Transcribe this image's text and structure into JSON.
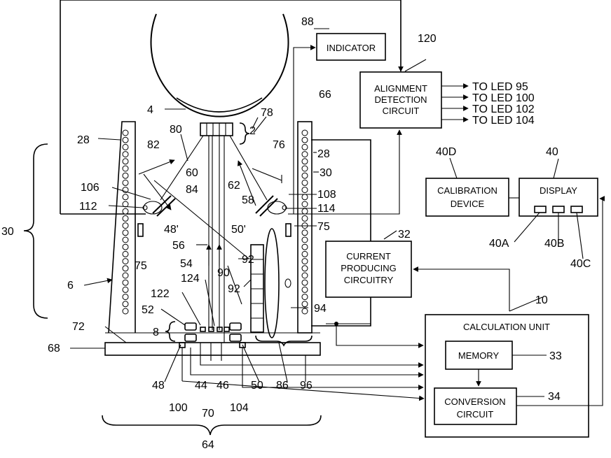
{
  "boxes": {
    "indicator": "INDICATOR",
    "alignment": [
      "ALIGNMENT",
      "DETECTION",
      "CIRCUIT"
    ],
    "calibration": [
      "CALIBRATION",
      "DEVICE"
    ],
    "display": "DISPLAY",
    "current": [
      "CURRENT",
      "PRODUCING",
      "CIRCUITRY"
    ],
    "calc_unit": "CALCULATION  UNIT",
    "memory": "MEMORY",
    "conversion": [
      "CONVERSION",
      "CIRCUIT"
    ]
  },
  "outputs": [
    "TO  LED  95",
    "TO  LED  100",
    "TO  LED  102",
    "TO  LED  104"
  ],
  "refs": {
    "r88": "88",
    "r120": "120",
    "r66": "66",
    "r4": "4",
    "r78": "78",
    "r2": "2",
    "r80": "80",
    "r28a": "28",
    "r28b": "28",
    "r82": "82",
    "r76": "76",
    "r30": "30",
    "r60": "60",
    "r62": "62",
    "r106": "106",
    "r84": "84",
    "r108": "108",
    "r112": "112",
    "r58": "58",
    "r114": "114",
    "r48p": "48'",
    "r50p": "50'",
    "r75a": "75",
    "r75b": "75",
    "r56": "56",
    "r92a": "92",
    "r54": "54",
    "r90": "90",
    "r124": "124",
    "r92b": "92",
    "r122": "122",
    "r52": "52",
    "r94": "94",
    "r8": "8",
    "r72": "72",
    "r68": "68",
    "r48": "48",
    "r44": "44",
    "r46": "46",
    "r50": "50",
    "r86": "86",
    "r96": "96",
    "r100": "100",
    "r70": "70",
    "r104": "104",
    "r64": "64",
    "r30side": "30",
    "r6": "6",
    "r40D": "40D",
    "r40": "40",
    "r40A": "40A",
    "r40B": "40B",
    "r40C": "40C",
    "r32": "32",
    "r10": "10",
    "r33": "33",
    "r34": "34"
  }
}
